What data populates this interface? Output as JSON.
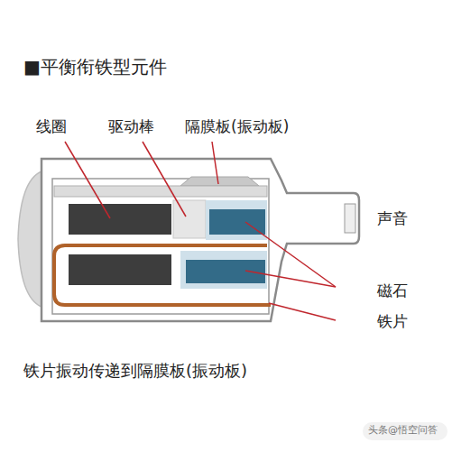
{
  "diagram": {
    "title": "■平衡衔铁型元件",
    "caption": "铁片振动传递到隔膜板(振动板)",
    "labels": [
      "线圈",
      "驱动棒",
      "隔膜板(振动板)",
      "声音",
      "磁石",
      "铁片",
      "头条@悟空问答"
    ]
  }
}
